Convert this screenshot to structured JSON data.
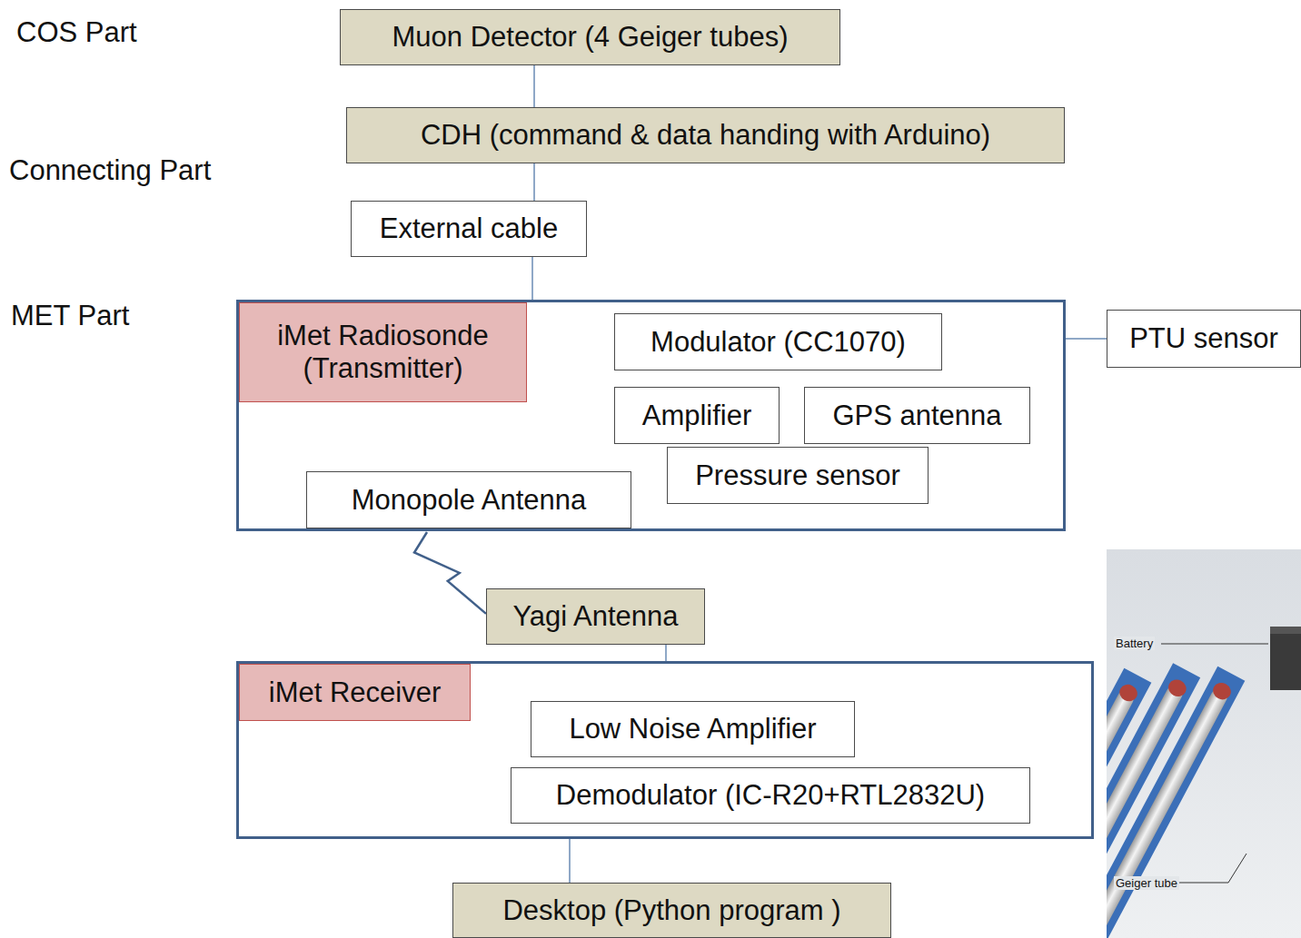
{
  "diagram": {
    "nodes": [
      {
        "text": [
          "Muon Detector (4 Geiger tubes)"
        ]
      },
      {
        "text": [
          "CDH (command & data handing with Arduino)"
        ]
      },
      {
        "text": [
          "External cable"
        ]
      },
      {
        "text": [
          "iMet Radiosonde (Transmitter)"
        ]
      },
      {
        "text": [
          "Modulator (CC1070)"
        ],
        "in": 3
      },
      {
        "text": [
          "Amplifier"
        ],
        "in": 3
      },
      {
        "text": [
          "GPS antenna"
        ],
        "in": 3
      },
      {
        "text": [
          "Pressure sensor"
        ],
        "in": 3
      },
      {
        "text": [
          "Monopole Antenna"
        ],
        "in": 3
      },
      {
        "text": [
          "PTU sensor"
        ]
      },
      {
        "text": [
          "Yagi Antenna"
        ]
      },
      {
        "text": [
          "iMet Receiver"
        ]
      },
      {
        "text": [
          "Low Noise Amplifier"
        ],
        "in": 11
      },
      {
        "text": [
          "Demodulator (IC-R20+RTL2832U)"
        ],
        "in": 11
      },
      {
        "text": [
          "Desktop (Python program )"
        ]
      }
    ],
    "edges": [
      {
        "from": 0,
        "to": 1,
        "arrow": "none"
      },
      {
        "from": 1,
        "to": 2,
        "arrow": "none"
      },
      {
        "from": 2,
        "to": 3,
        "arrow": "none"
      },
      {
        "from": 3,
        "to": 9,
        "arrow": "none"
      },
      {
        "from": 8,
        "to": 10,
        "arrow": "none"
      },
      {
        "from": 10,
        "to": 12,
        "arrow": "none"
      },
      {
        "from": 11,
        "to": 14,
        "arrow": "none"
      }
    ],
    "labels": [
      "COS Part",
      "Connecting Part",
      "MET Part",
      "Battery",
      "Geiger tube"
    ]
  }
}
